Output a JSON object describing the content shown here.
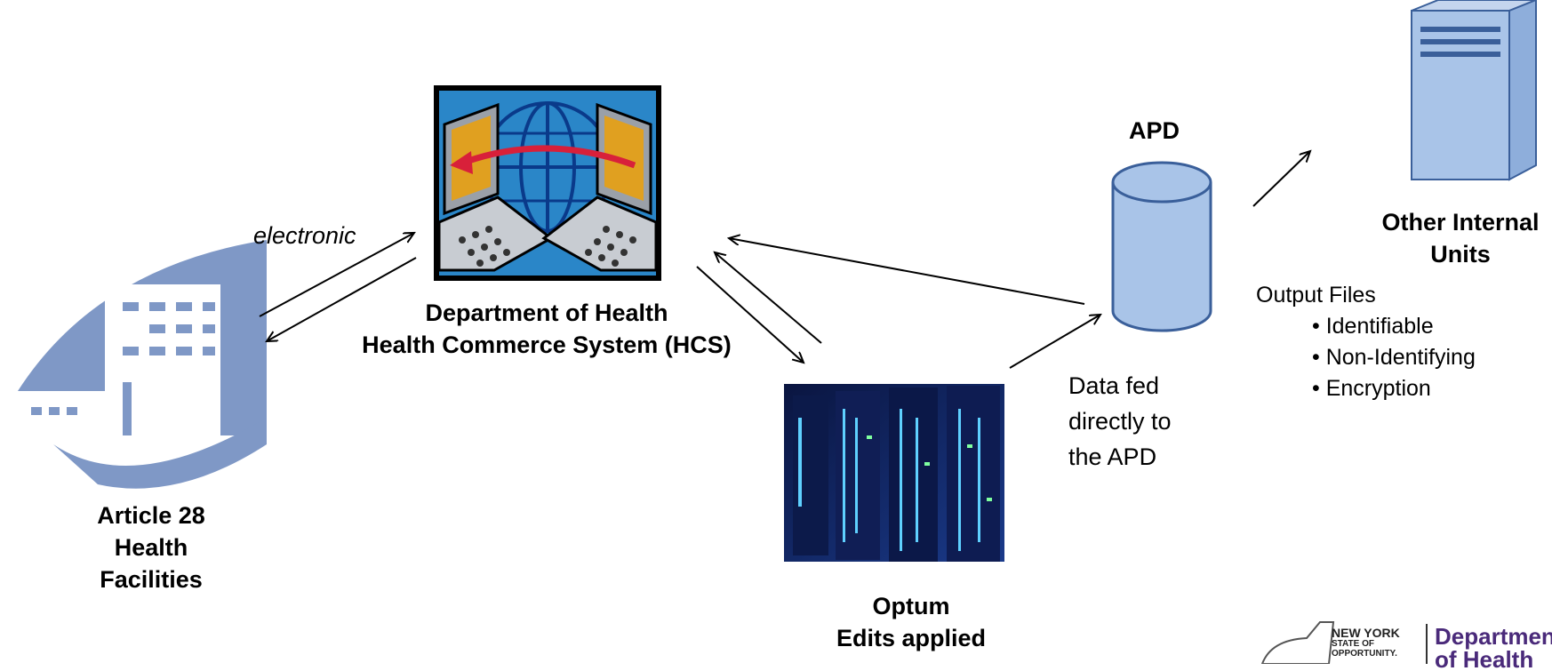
{
  "facilities": {
    "label_lines": [
      "Article 28",
      "Health",
      "Facilities"
    ]
  },
  "electronic_label": "electronic",
  "hcs": {
    "label_lines": [
      "Department of Health",
      "Health Commerce System (HCS)"
    ]
  },
  "optum": {
    "label_lines": [
      "Optum",
      "Edits applied"
    ]
  },
  "apd": {
    "label": "APD",
    "color": "#a9c4e8"
  },
  "data_fed": {
    "label_lines": [
      "Data fed",
      "directly to",
      "the APD"
    ]
  },
  "other_units": {
    "label_lines": [
      "Other Internal",
      "Units"
    ]
  },
  "output_files": {
    "title": "Output Files",
    "items": [
      "• Identifiable",
      "• Non-Identifying",
      "• Encryption"
    ]
  },
  "logo": {
    "ny_lines": [
      "NEW YORK",
      "STATE OF",
      "OPPORTUNITY."
    ],
    "dept_lines": [
      "Department",
      "of Health"
    ]
  }
}
